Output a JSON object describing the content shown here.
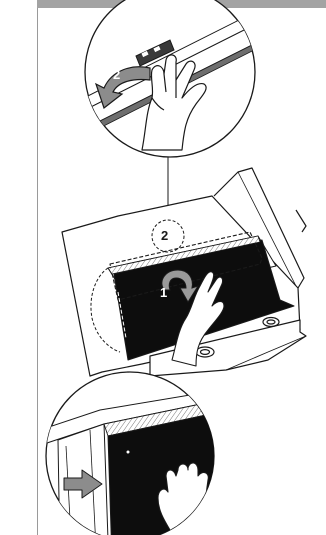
{
  "steps": {
    "step_1": "1",
    "step_2_detail": "2",
    "step_2_overview": "2"
  },
  "colors": {
    "header_bar": "#a3a3a3",
    "line": "#1a1a1a",
    "panel_fill": "#ffffff",
    "filter_dark": "#0d0d0d",
    "arrow_gray": "#8c8c8c",
    "arrow_light": "#9a9a9a"
  },
  "icons": {
    "hand": "hand-icon",
    "rotate_arrow": "rotate-arrow-icon",
    "push_arrow": "push-arrow-icon"
  }
}
